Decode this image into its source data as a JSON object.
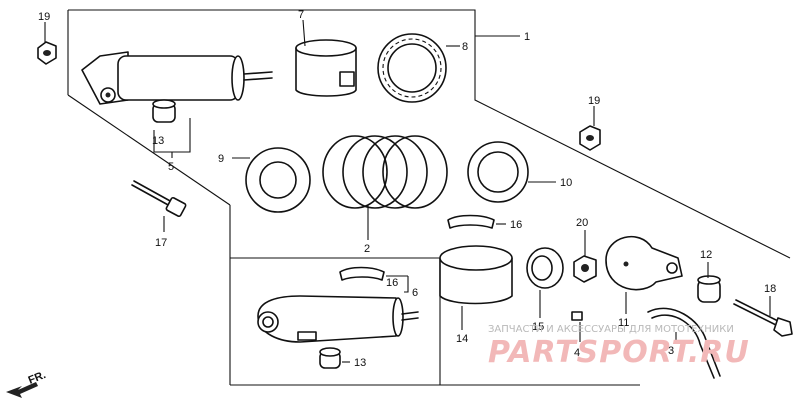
{
  "callouts": {
    "c1": "1",
    "c2": "2",
    "c3": "3",
    "c4": "4",
    "c5": "5",
    "c6": "6",
    "c7": "7",
    "c8": "8",
    "c9": "9",
    "c10": "10",
    "c11": "11",
    "c12": "12",
    "c13a": "13",
    "c13b": "13",
    "c14": "14",
    "c15": "15",
    "c16a": "16",
    "c16b": "16",
    "c17": "17",
    "c18": "18",
    "c19a": "19",
    "c19b": "19",
    "c20": "20"
  },
  "front_marker": "FR.",
  "watermark": {
    "caption": "ЗАПЧАСТИ И АКСЕССУАРЫ ДЛЯ МОТОТЕХНИКИ",
    "brand": "PARTSPORT.RU"
  }
}
